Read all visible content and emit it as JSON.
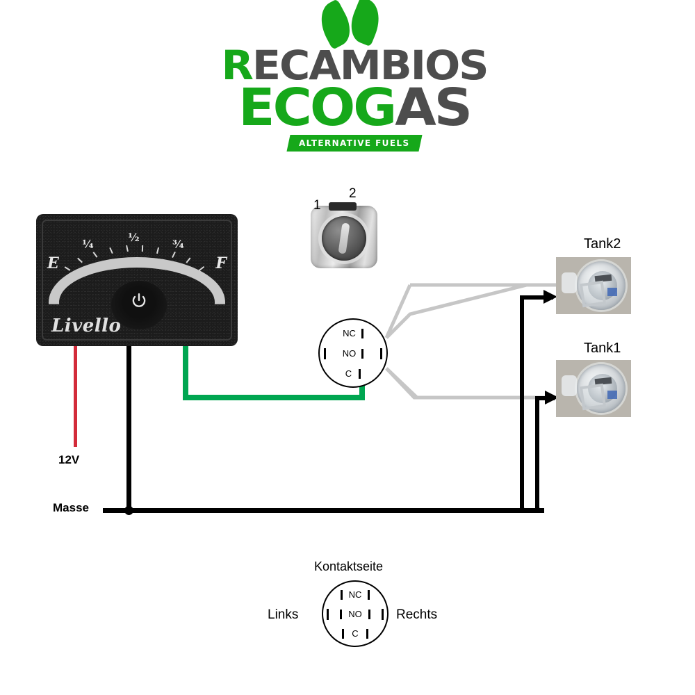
{
  "logo": {
    "line1_green": "R",
    "line1_rest": "ECAMBIOS",
    "line2_green": "ECO",
    "line2_g": "G",
    "line2_rest": "AS",
    "tagline": "ALTERNATIVE FUELS",
    "green": "#16a81a",
    "gray": "#4d4d4d"
  },
  "gauge": {
    "brand": "Livello",
    "scale": {
      "empty": "E",
      "quarter": "¼",
      "half": "½",
      "three_quarter": "¾",
      "full": "F"
    },
    "icon": "power-icon"
  },
  "rotary_switch": {
    "position_1": "1",
    "position_2": "2"
  },
  "contacts": {
    "nc": "NC",
    "no": "NO",
    "c": "C"
  },
  "tanks": {
    "tank2": "Tank2",
    "tank1": "Tank1"
  },
  "wires": {
    "power_label": "12V",
    "ground_label": "Masse",
    "colors": {
      "power": "#d32b3a",
      "ground": "#000000",
      "signal": "#00a651",
      "sensor": "#c6c6c6"
    }
  },
  "legend": {
    "title": "Kontaktseite",
    "left": "Links",
    "right": "Rechts",
    "nc": "NC",
    "no": "NO",
    "c": "C"
  }
}
